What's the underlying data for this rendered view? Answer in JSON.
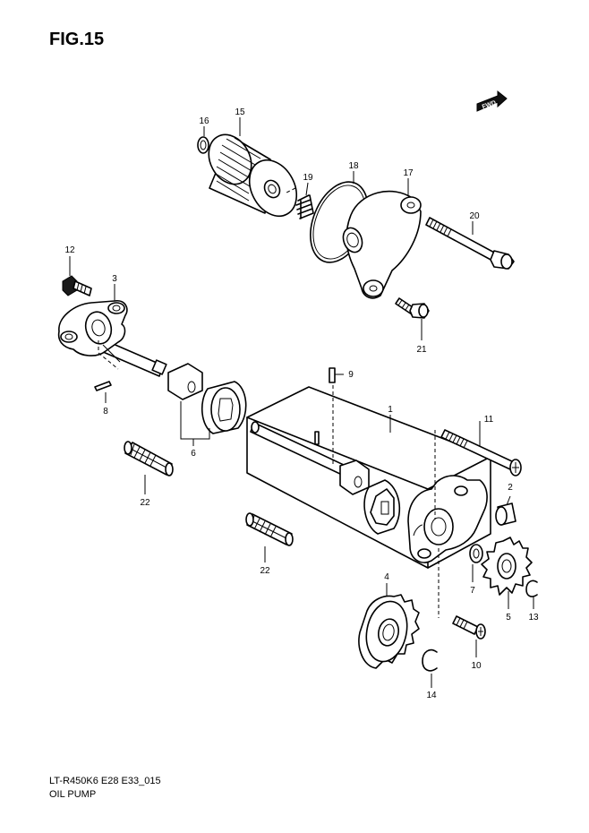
{
  "figure": {
    "title": "FIG.15",
    "model_code": "LT-R450K6 E28 E33_015",
    "assembly_name": "OIL PUMP",
    "direction_badge": "FWD"
  },
  "callouts": {
    "c1": "1",
    "c2": "2",
    "c3": "3",
    "c4": "4",
    "c5": "5",
    "c6": "6",
    "c7": "7",
    "c8": "8",
    "c9": "9",
    "c10": "10",
    "c11": "11",
    "c12": "12",
    "c13": "13",
    "c14": "14",
    "c15": "15",
    "c16": "16",
    "c17": "17",
    "c18": "18",
    "c19": "19",
    "c20": "20",
    "c21": "21",
    "c22a": "22",
    "c22b": "22"
  }
}
